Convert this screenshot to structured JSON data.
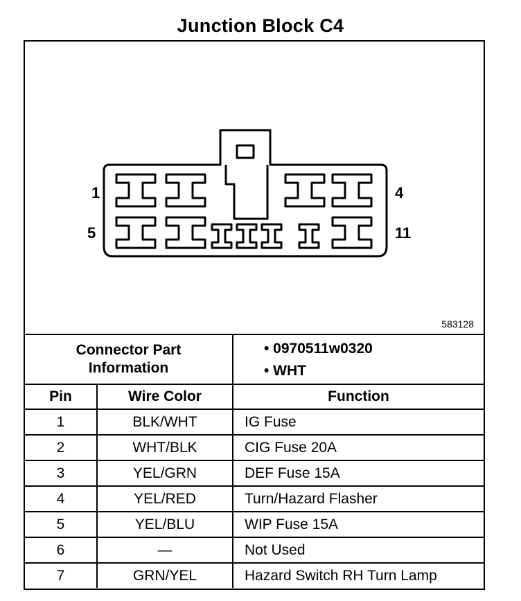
{
  "title": "Junction Block C4",
  "diagram": {
    "pin_labels": {
      "top_left": "1",
      "top_right": "4",
      "bottom_left": "5",
      "bottom_right": "11"
    },
    "code": "583128"
  },
  "connector_info": {
    "label_line1": "Connector Part",
    "label_line2": "Information",
    "values": [
      "• 0970511w0320",
      "• WHT"
    ]
  },
  "table": {
    "headers": [
      "Pin",
      "Wire Color",
      "Function"
    ],
    "rows": [
      {
        "pin": "1",
        "wire": "BLK/WHT",
        "function": "IG Fuse"
      },
      {
        "pin": "2",
        "wire": "WHT/BLK",
        "function": "CIG Fuse 20A"
      },
      {
        "pin": "3",
        "wire": "YEL/GRN",
        "function": "DEF Fuse 15A"
      },
      {
        "pin": "4",
        "wire": "YEL/RED",
        "function": "Turn/Hazard Flasher"
      },
      {
        "pin": "5",
        "wire": "YEL/BLU",
        "function": "WIP Fuse 15A"
      },
      {
        "pin": "6",
        "wire": "—",
        "function": "Not Used"
      },
      {
        "pin": "7",
        "wire": "GRN/YEL",
        "function": "Hazard Switch RH Turn Lamp"
      }
    ]
  }
}
